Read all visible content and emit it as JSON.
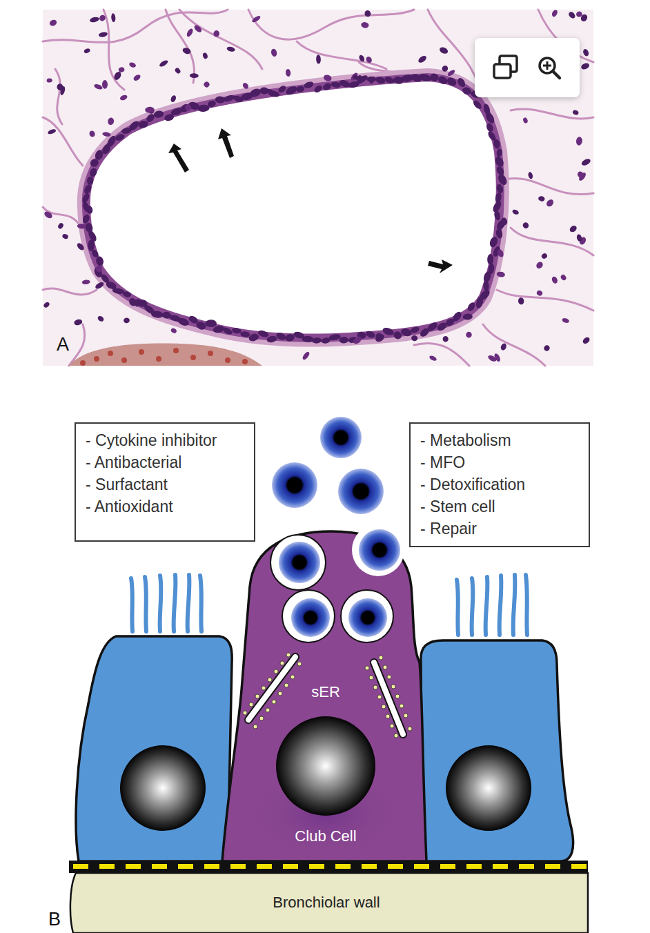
{
  "diagram": {
    "nodes": [
      {
        "text": [
          "- Cytokine inhibitor",
          "- Antibacterial",
          "- Surfactant",
          "- Antioxidant"
        ]
      },
      {
        "text": [
          "- Metabolism",
          "- MFO",
          "- Detoxification",
          "- Stem cell",
          "- Repair"
        ]
      },
      {
        "text": [
          "sER",
          "Club Cell"
        ]
      },
      {
        "text": [
          "Bronchiolar wall"
        ]
      }
    ],
    "labels": [
      "A",
      "B"
    ]
  }
}
